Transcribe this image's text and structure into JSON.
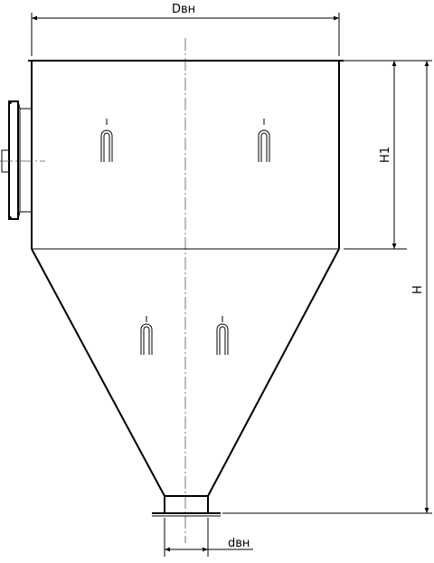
{
  "labels": {
    "outer_diameter": "Dвн",
    "inner_diameter": "dвн",
    "cylinder_height": "H1",
    "total_height": "H"
  }
}
